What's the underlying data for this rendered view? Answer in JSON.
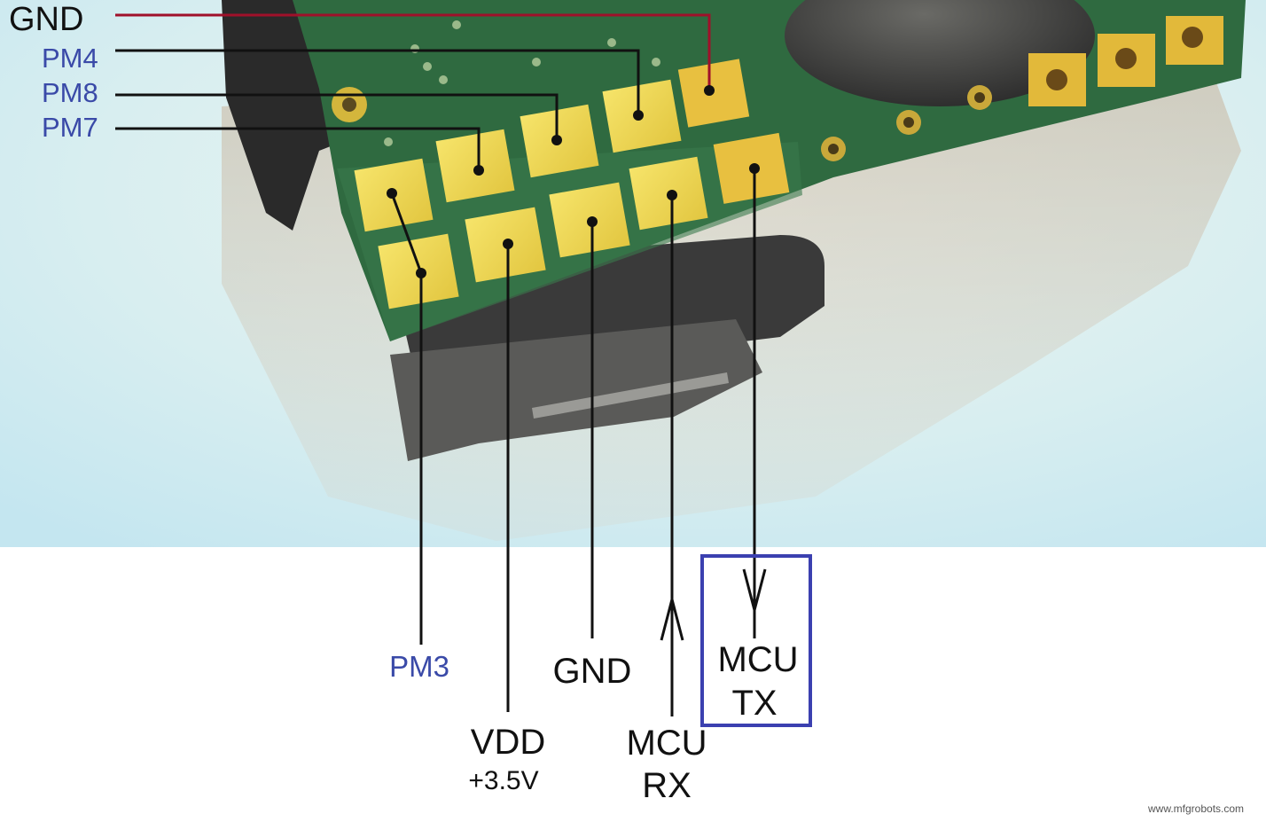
{
  "colors": {
    "photo_background": "#cfeaf2",
    "pcb_green": "#2f6a40",
    "pad_gold": "#f0d84a",
    "gnd_wire": "#a0102a",
    "wire": "#111111",
    "blue_label": "#3a4aa8",
    "highlight_box": "#3b40b0"
  },
  "labels": {
    "gnd_top": "GND",
    "pm4": "PM4",
    "pm8": "PM8",
    "pm7": "PM7",
    "pm3": "PM3",
    "vdd": "VDD",
    "vdd_voltage": "+3.5V",
    "gnd_bottom": "GND",
    "mcu_rx_line1": "MCU",
    "mcu_rx_line2": "RX",
    "mcu_tx_line1": "MCU",
    "mcu_tx_line2": "TX"
  },
  "watermark": "www.mfgrobots.com"
}
